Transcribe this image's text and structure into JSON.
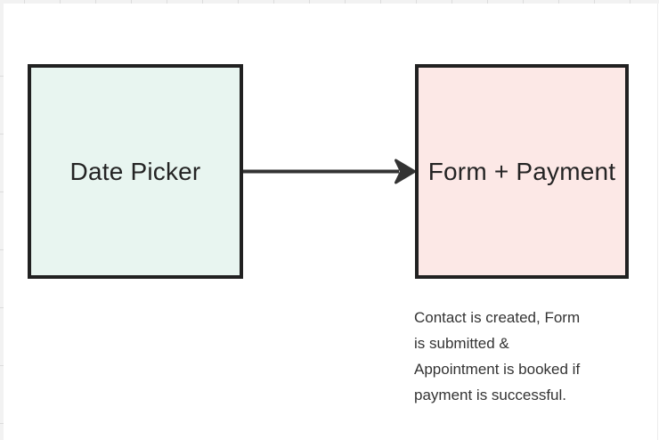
{
  "canvas": {
    "background": "#ffffff",
    "grid_strip_color": "#f2f2f2",
    "grid_line_color": "#dcdcdc"
  },
  "diagram": {
    "nodes": [
      {
        "id": "date-picker",
        "label": "Date Picker",
        "fill": "#e8f5f0",
        "border_color": "#212121"
      },
      {
        "id": "form-payment",
        "label": "Form + Payment",
        "fill": "#fce8e6",
        "border_color": "#212121"
      }
    ],
    "connector": {
      "type": "arrow-right",
      "color": "#333333",
      "from": "Date Picker",
      "to": "Form + Payment"
    },
    "caption": "Contact is created, Form\nis submitted &\nAppointment is booked if\npayment is successful."
  }
}
